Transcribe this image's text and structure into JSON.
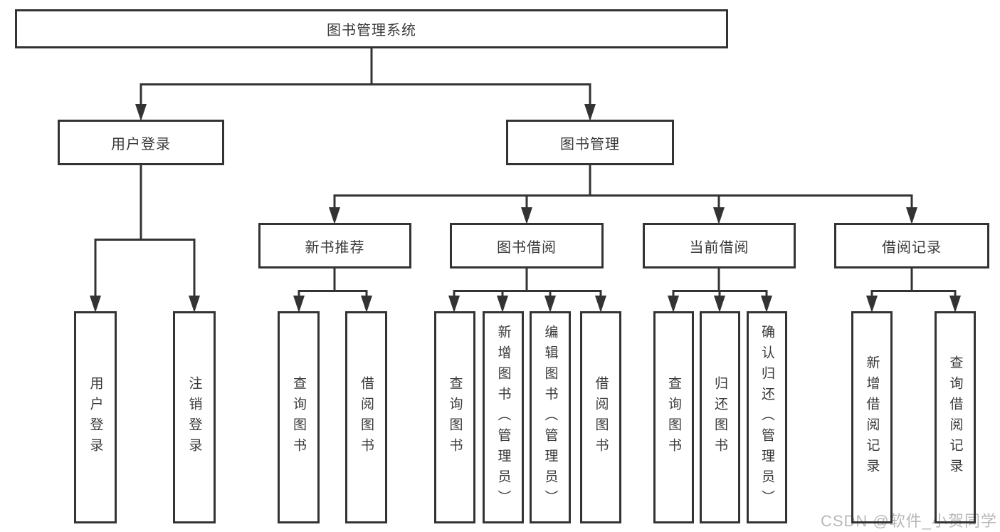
{
  "diagram": {
    "root_label": "图书管理系统",
    "groups": [
      {
        "label": "用户登录",
        "children": [
          "用户登录",
          "注销登录"
        ]
      },
      {
        "label": "图书管理",
        "subgroups": [
          {
            "label": "新书推荐",
            "children": [
              "查询图书",
              "借阅图书"
            ]
          },
          {
            "label": "图书借阅",
            "children": [
              "查询图书",
              "新增图书（管理员）",
              "编辑图书（管理员）",
              "借阅图书"
            ]
          },
          {
            "label": "当前借阅",
            "children": [
              "查询图书",
              "归还图书",
              "确认归还（管理员）"
            ]
          },
          {
            "label": "借阅记录",
            "children": [
              "新增借阅记录",
              "查询借阅记录"
            ]
          }
        ]
      }
    ]
  },
  "watermark": {
    "text": "CSDN @软件_小贺同学",
    "color": "#b8b8b8"
  },
  "colors": {
    "line": "#333333",
    "text": "#3a3a3a",
    "background": "#ffffff"
  }
}
